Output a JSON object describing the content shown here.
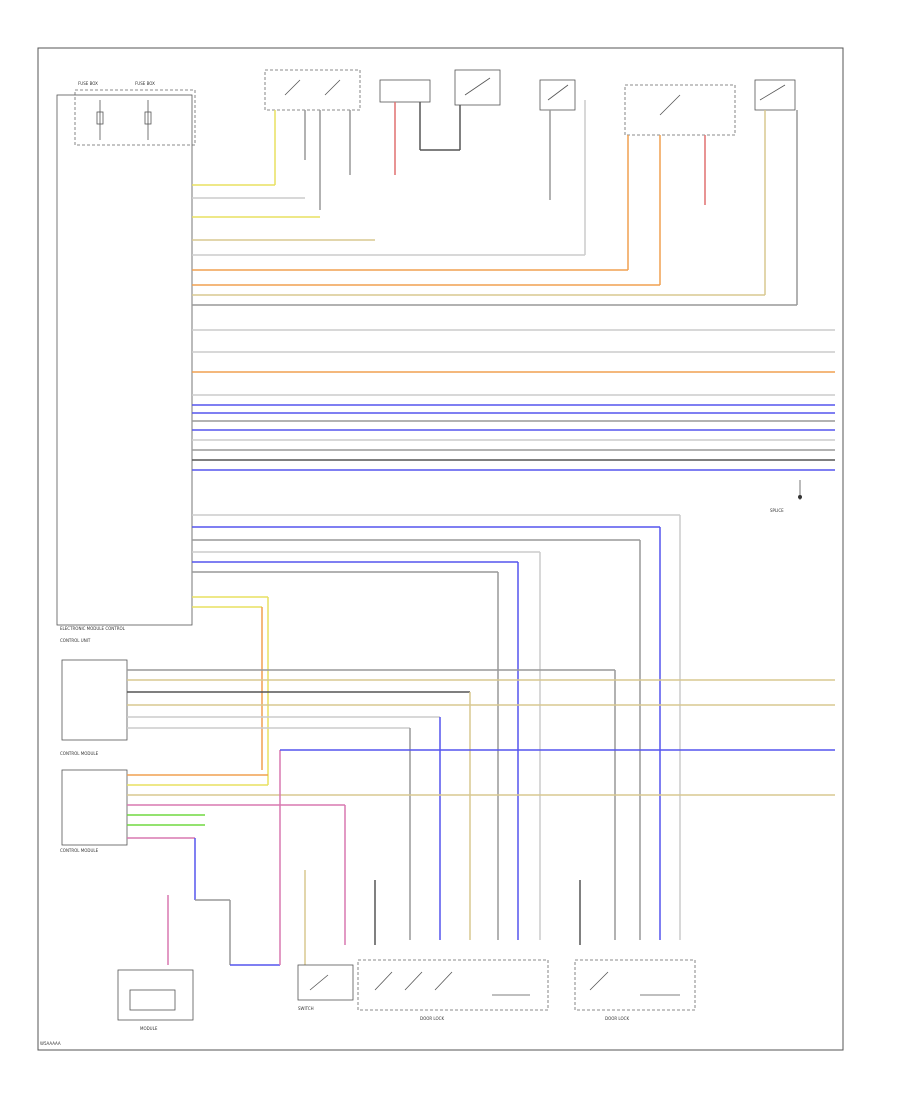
{
  "page": {
    "footer_code": "W5AAAAA"
  },
  "colors": {
    "yellow": "#e8e060",
    "orange": "#f0a050",
    "blue": "#5555ee",
    "gray": "#999999",
    "dark": "#555555",
    "tan": "#d8c890",
    "pink": "#d878b0",
    "green": "#70d840",
    "red": "#e07070",
    "lightgray": "#cccccc"
  },
  "module_labels": {
    "main": "ELECTRONIC MODULE CONTROL",
    "upper_left_a": "FUSE BOX",
    "upper_left_b": "FUSE BOX",
    "mid_left_a": "CONTROL UNIT",
    "mid_left_b": "CONTROL MODULE",
    "lower_left": "CONTROL MODULE",
    "bottom_left": "MODULE",
    "switch_left": "SWITCH",
    "lock_center": "DOOR LOCK",
    "lock_right": "DOOR LOCK",
    "splice_right": "SPLICE"
  }
}
